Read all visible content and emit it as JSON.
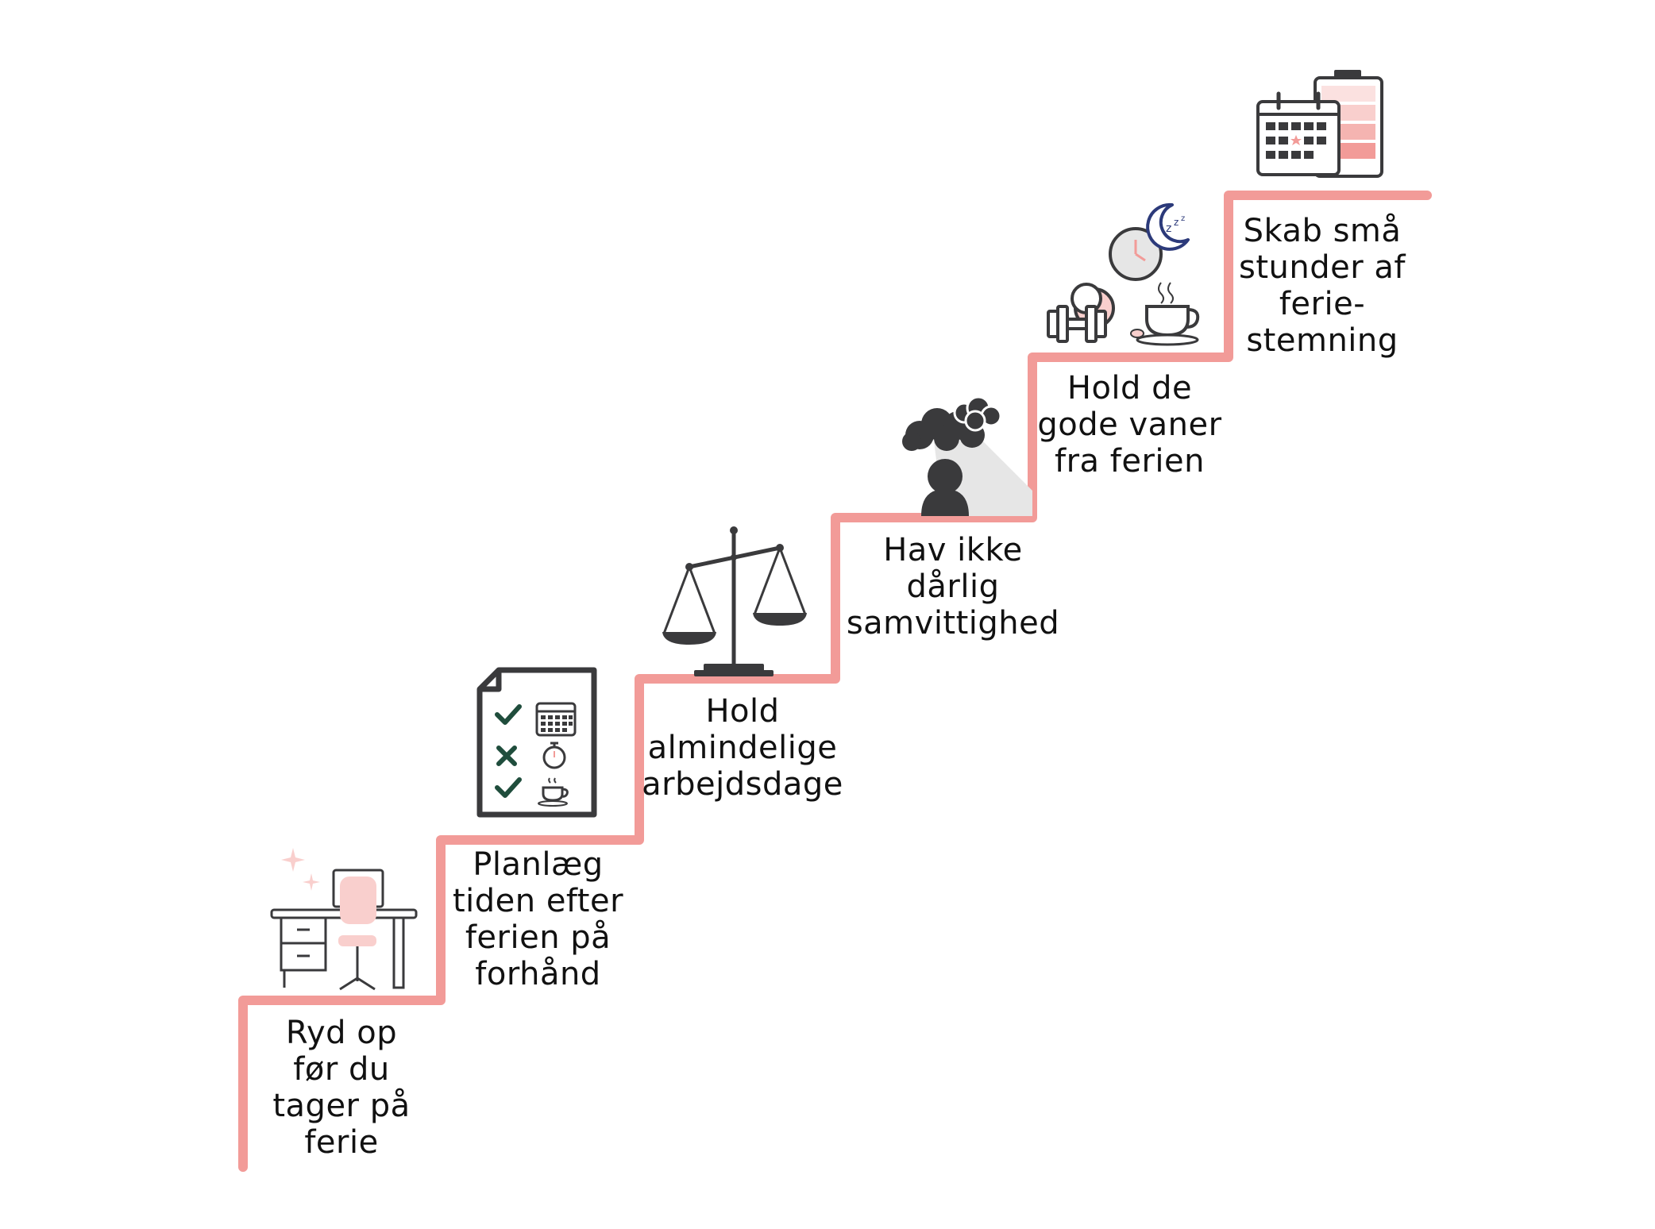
{
  "colors": {
    "stair": "#f29b98",
    "pink_light": "#f9cfcd",
    "pink_mid": "#f5b4b1",
    "dark": "#3a3a3c",
    "green": "#1f4d3c",
    "navy": "#2c3a7a",
    "shadow": "#e6e6e6"
  },
  "steps": [
    {
      "label": "Ryd op\nfør du\ntager på\nferie",
      "icon": "desk-chair-icon"
    },
    {
      "label": "Planlæg\ntiden efter\nferien på\nforhånd",
      "icon": "checklist-icon"
    },
    {
      "label": "Hold\nalmindelige\narbejdsdage",
      "icon": "scales-icon"
    },
    {
      "label": "Hav ikke\ndårlig\nsamvittighed",
      "icon": "person-under-cloud-icon"
    },
    {
      "label": "Hold de\ngode vaner\nfra ferien",
      "icon": "habits-icon"
    },
    {
      "label": "Skab små\nstunder af\nferie-\nstemning",
      "icon": "calendar-battery-icon"
    }
  ]
}
